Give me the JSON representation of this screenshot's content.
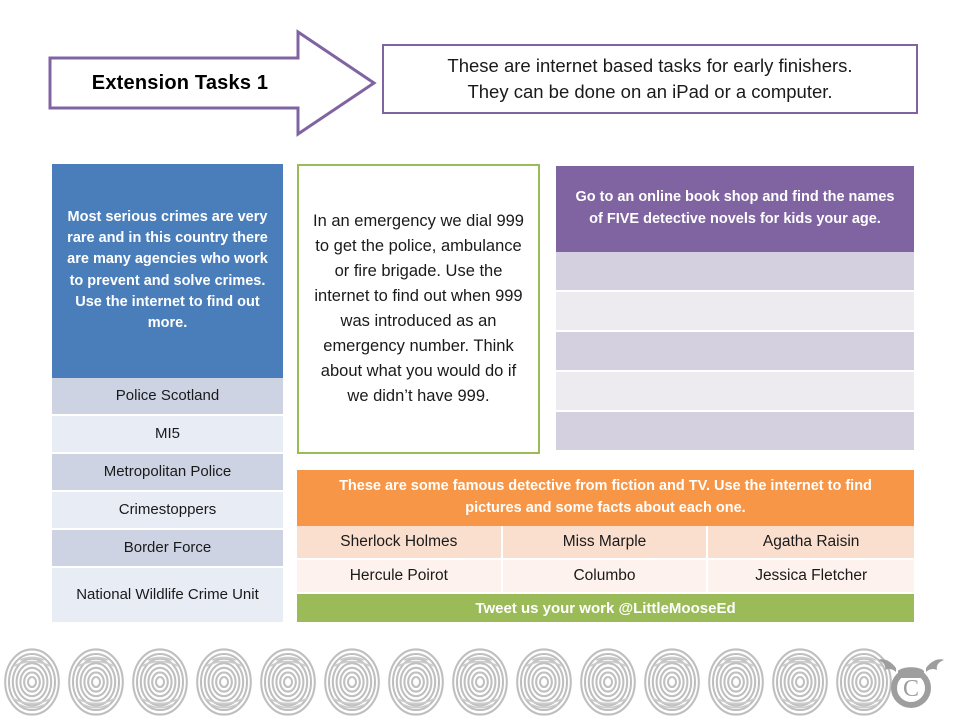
{
  "header": {
    "arrow_label": "Extension Tasks 1",
    "intro_lines": [
      "These are internet based tasks for early finishers.",
      "They can be done on an iPad or a computer."
    ]
  },
  "agencies_panel": {
    "header_text": "Most serious crimes are very rare and in this country there are many agencies who work to prevent and solve crimes. Use the internet to find out more.",
    "items": [
      "Police Scotland",
      "MI5",
      "Metropolitan Police",
      "Crimestoppers",
      "Border Force",
      "National Wildlife Crime Unit"
    ]
  },
  "emergency_box": {
    "text": "In an emergency we dial 999 to get the police, ambulance or fire brigade. Use the internet to find out when 999 was introduced as an emergency number. Think about what you would do if we didn’t have 999."
  },
  "books_panel": {
    "header_text": "Go to an online book shop and find the names of FIVE detective novels for kids your age.",
    "answer_rows": [
      "",
      "",
      "",
      "",
      ""
    ]
  },
  "detectives_panel": {
    "header_text": "These are some famous detective from fiction and TV. Use the internet to find pictures and some facts about each one.",
    "rows": [
      [
        "Sherlock Holmes",
        "Miss Marple",
        "Agatha Raisin"
      ],
      [
        "Hercule Poirot",
        "Columbo",
        "Jessica Fletcher"
      ]
    ]
  },
  "tweet_bar": {
    "text": "Tweet us your work @LittleMooseEd"
  },
  "footer": {
    "fingerprint_count": 14,
    "logo_name": "moose-copyright-logo"
  },
  "colors": {
    "purple": "#8064A2",
    "blue": "#4A7EBB",
    "green": "#9BBB59",
    "orange": "#F79646",
    "peach": "#FBDFCE",
    "grey": "#AAAAAA"
  }
}
